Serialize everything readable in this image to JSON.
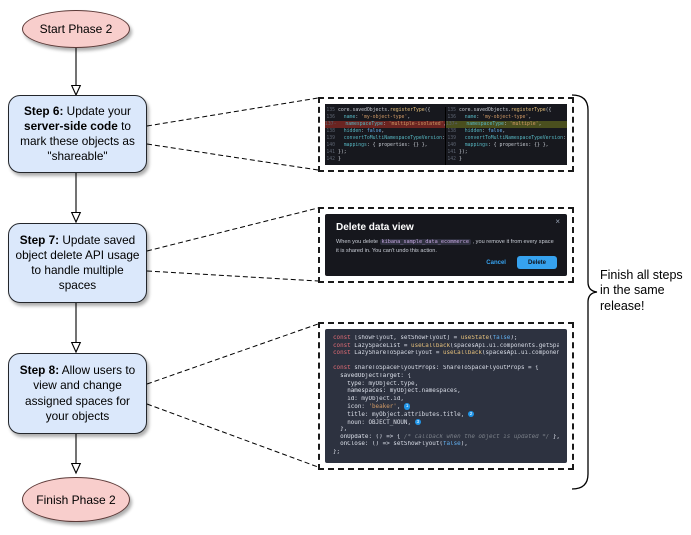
{
  "flowchart": {
    "start": "Start Phase 2",
    "finish": "Finish Phase 2",
    "steps": [
      {
        "parts": [
          {
            "t": "Step 6:",
            "b": true
          },
          {
            "t": " Update your "
          },
          {
            "t": "server-side code",
            "b": true
          },
          {
            "t": " to mark these objects as \"shareable\""
          }
        ]
      },
      {
        "parts": [
          {
            "t": "Step 7:",
            "b": true
          },
          {
            "t": " Update saved object delete API usage to handle multiple spaces"
          }
        ]
      },
      {
        "parts": [
          {
            "t": "Step 8:",
            "b": true
          },
          {
            "t": " Allow users to view and change assigned spaces for your objects"
          }
        ]
      }
    ],
    "annotation": "Finish all steps in the same release!"
  },
  "diff": {
    "left": {
      "lines": [
        {
          "n": "135",
          "t": "core.savedObjects.registerType({"
        },
        {
          "n": "136",
          "t": "  name: 'my-object-type',"
        },
        {
          "n": "137-",
          "t": "  namespaceType: 'multiple-isolated',",
          "hl": "rem"
        },
        {
          "n": "138",
          "t": "  hidden: false,"
        },
        {
          "n": "139",
          "t": "  convertToMultiNamespaceTypeVersion: '"
        },
        {
          "n": "140",
          "t": "  mappings: { properties: {} },"
        },
        {
          "n": "141",
          "t": "});"
        },
        {
          "n": "142",
          "t": "}"
        }
      ]
    },
    "right": {
      "lines": [
        {
          "n": "135",
          "t": "core.savedObjects.registerType({"
        },
        {
          "n": "136",
          "t": "  name: 'my-object-type',"
        },
        {
          "n": "137+",
          "t": "  namespaceType: 'multiple',",
          "hl": "add"
        },
        {
          "n": "138",
          "t": "  hidden: false,"
        },
        {
          "n": "139",
          "t": "  convertToMultiNamespaceTypeVersion: '"
        },
        {
          "n": "140",
          "t": "  mappings: { properties: {} },"
        },
        {
          "n": "141",
          "t": "});"
        },
        {
          "n": "142",
          "t": "}"
        }
      ]
    }
  },
  "modal": {
    "title": "Delete data view",
    "close_icon": "×",
    "body_parts": [
      {
        "t": "When you delete "
      },
      {
        "t": "kibana_sample_data_ecommerce",
        "code": true
      },
      {
        "t": " , you remove it from every space it is shared in. You can't undo this action."
      }
    ],
    "cancel_label": "Cancel",
    "delete_label": "Delete"
  },
  "code": {
    "lines": [
      "const [showFlyout, setShowFlyout] = useState(false);",
      "const LazySpaceList = useCallback(spacesApi.ui.components.getSpaceList",
      "const LazyShareToSpaceFlyout = useCallback(spacesApi.ui.components.get",
      "",
      "const shareToSpaceFlyoutProps: ShareToSpaceFlyoutProps = {",
      "  savedObjectTarget: {",
      "    type: myObject.type,",
      "    namespaces: myObject.namespaces,",
      "    id: myObject.id,",
      "    icon: 'beaker', ①",
      "    title: myObject.attributes.title, ②",
      "    noun: OBJECT_NOUN, ③",
      "  },",
      "  onUpdate: () => { /* callback when the object is updated */ },",
      "  onClose: () => setShowFlyout(false),",
      "};"
    ]
  },
  "colors": {
    "node_pink": "#f8cecc",
    "node_blue": "#dbe8fb",
    "accent_blue": "#36a2ef",
    "diff_removed_bg": "#6b2421",
    "diff_added_bg": "#4a4f1e"
  }
}
